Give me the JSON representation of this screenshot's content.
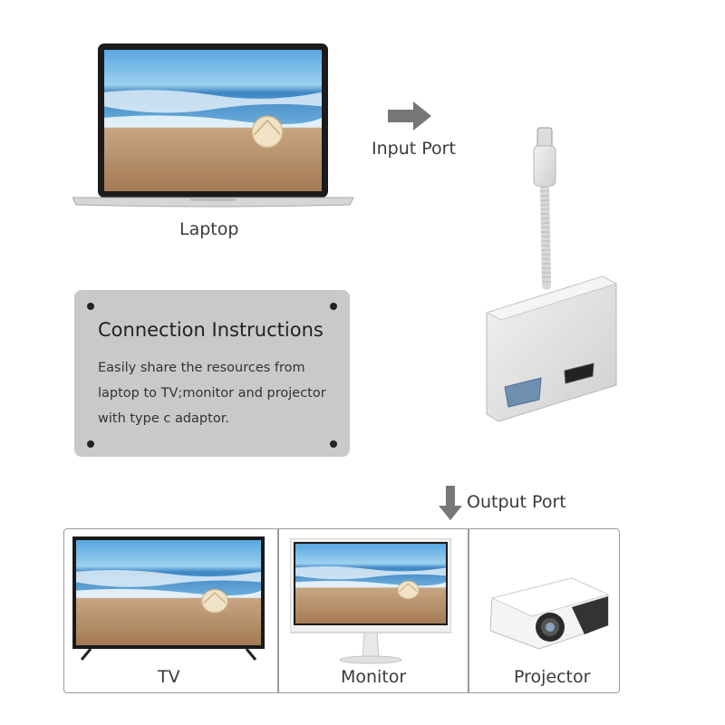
{
  "labels": {
    "input_port": "Input Port",
    "laptop": "Laptop",
    "output_port": "Output Port",
    "tv": "TV",
    "monitor": "Monitor",
    "projector": "Projector"
  },
  "instructions": {
    "title": "Connection Instructions",
    "body": "Easily share the resources from laptop to TV;monitor and projector with type c adaptor."
  },
  "colors": {
    "card_bg": "#c9c9c9",
    "arrow": "#777777",
    "adapter": "#e4e4e4"
  }
}
